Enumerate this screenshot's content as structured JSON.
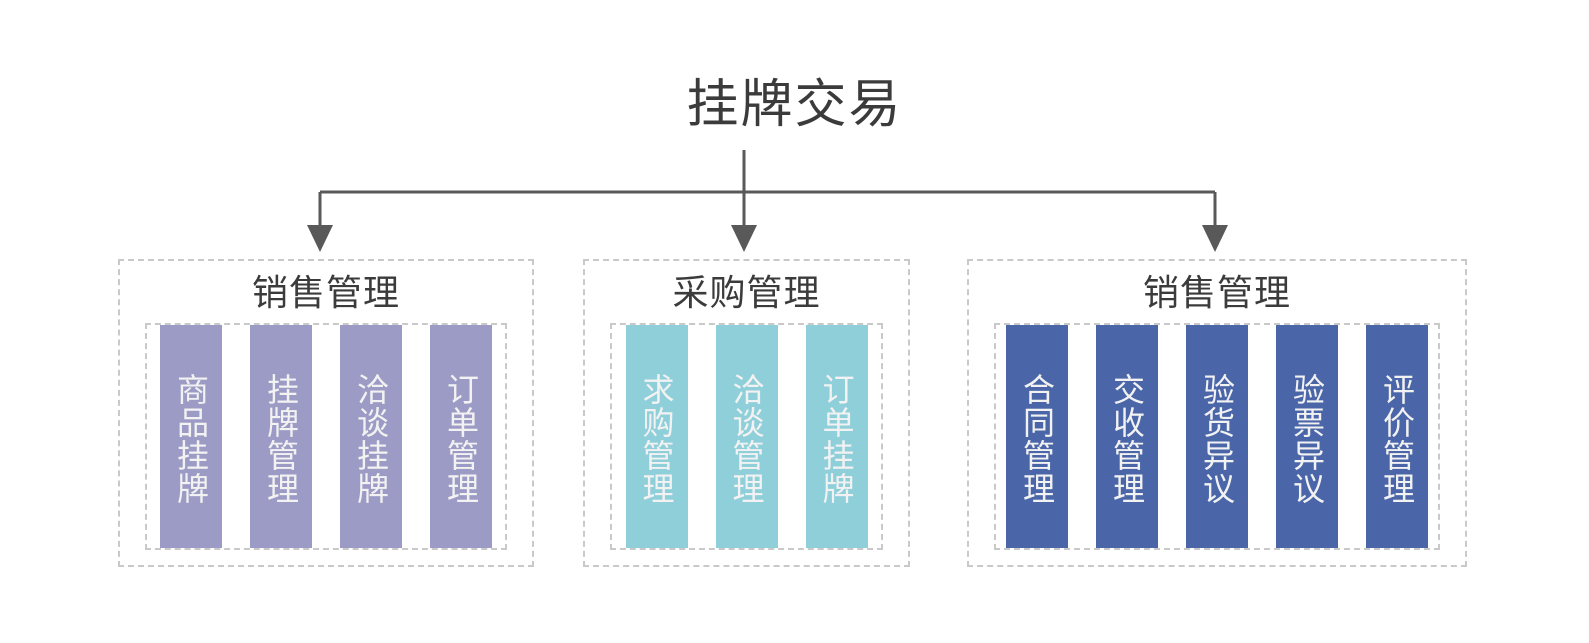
{
  "title": "挂牌交易",
  "theme": {
    "background": "#ffffff",
    "title_color": "#3b3b3b",
    "connector_color": "#595959",
    "dashed_border_color": "#c9c9c9",
    "chip_text_color": "#f2f2f2",
    "purple": "#9c9bc5",
    "teal": "#8ecfda",
    "blue": "#4a66a8"
  },
  "groups": [
    {
      "id": "sales-management-left",
      "title": "销售管理",
      "color_key": "purple",
      "items": [
        {
          "label": "商品挂牌"
        },
        {
          "label": "挂牌管理"
        },
        {
          "label": "洽谈挂牌"
        },
        {
          "label": "订单管理"
        }
      ]
    },
    {
      "id": "procurement-management",
      "title": "采购管理",
      "color_key": "teal",
      "items": [
        {
          "label": "求购管理"
        },
        {
          "label": "洽谈管理"
        },
        {
          "label": "订单挂牌"
        }
      ]
    },
    {
      "id": "sales-management-right",
      "title": "销售管理",
      "color_key": "blue",
      "items": [
        {
          "label": "合同管理"
        },
        {
          "label": "交收管理"
        },
        {
          "label": "验货异议"
        },
        {
          "label": "验票异议"
        },
        {
          "label": "评价管理"
        }
      ]
    }
  ]
}
